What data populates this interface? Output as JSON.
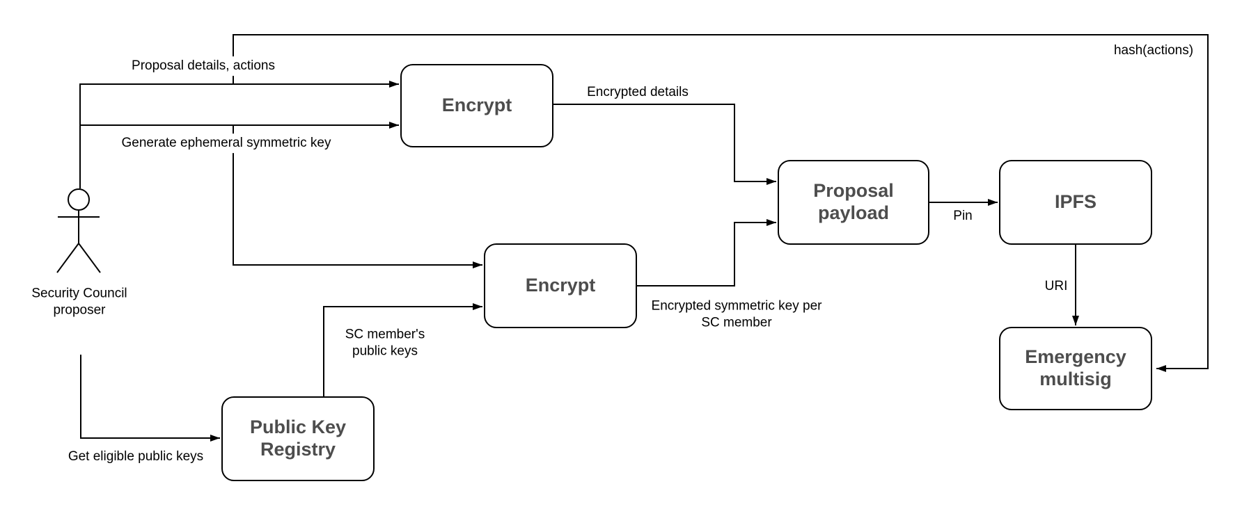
{
  "colors": {
    "background": "#ffffff",
    "stroke": "#000000",
    "box_fill": "#ffffff",
    "box_text": "#4d4d4d",
    "edge_label_text": "#000000"
  },
  "diagram": {
    "actor": {
      "label": "Security Council proposer"
    },
    "nodes": {
      "encrypt_top": {
        "label": "Encrypt"
      },
      "encrypt_bottom": {
        "label": "Encrypt"
      },
      "proposal_payload": {
        "label": "Proposal payload"
      },
      "ipfs": {
        "label": "IPFS"
      },
      "emergency_multisig": {
        "label": "Emergency multisig"
      },
      "public_key_registry": {
        "label": "Public Key Registry"
      }
    },
    "edge_labels": {
      "proposal_details": "Proposal details, actions",
      "generate_key": "Generate ephemeral symmetric key",
      "encrypted_details": "Encrypted details",
      "sc_member_keys": "SC member's public keys",
      "encrypted_sym_key": "Encrypted symmetric key per SC member",
      "pin": "Pin",
      "uri": "URI",
      "hash_actions": "hash(actions)",
      "get_eligible_keys": "Get eligible public keys"
    }
  }
}
